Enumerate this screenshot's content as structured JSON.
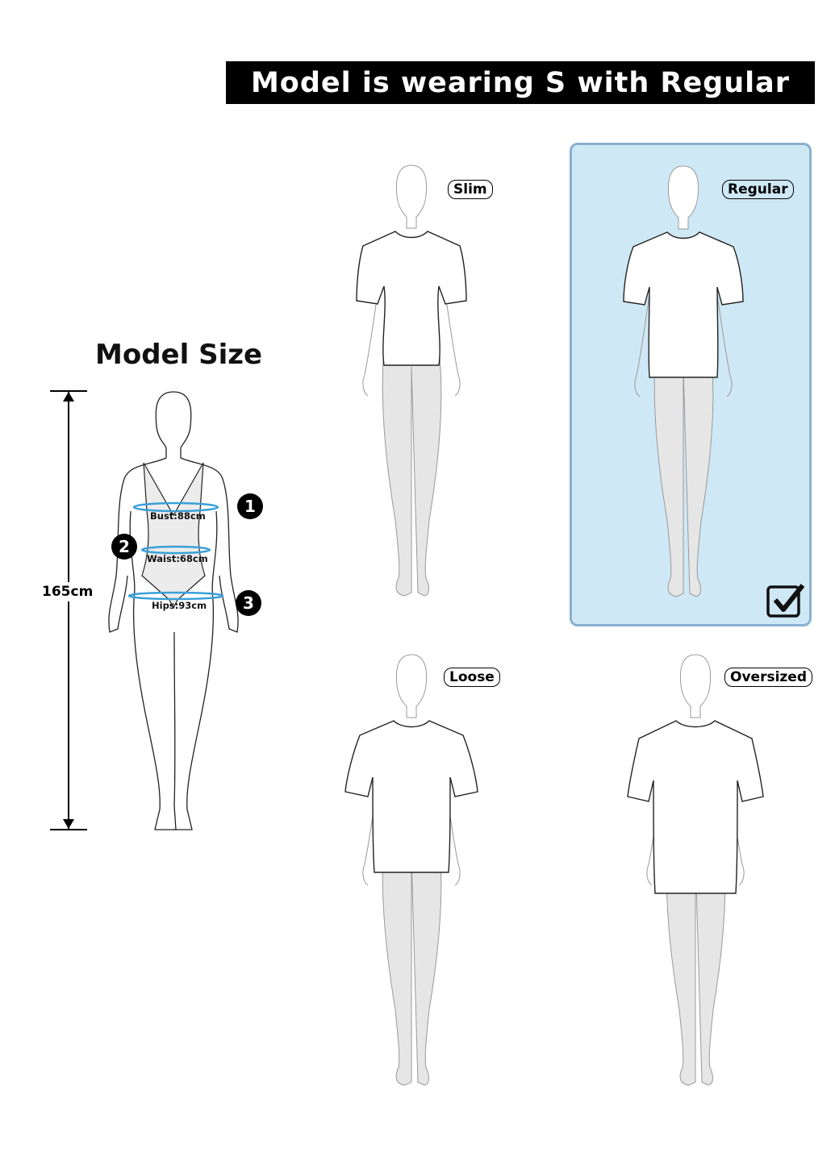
{
  "banner": {
    "text": "Model is wearing S with Regular"
  },
  "model_size": {
    "title": "Model Size",
    "height_label": "165cm",
    "measurements": [
      {
        "index": "1",
        "label": "Bust:88cm"
      },
      {
        "index": "2",
        "label": "Waist:68cm"
      },
      {
        "index": "3",
        "label": "Hips:93cm"
      }
    ]
  },
  "fits": [
    {
      "label": "Slim",
      "selected": false
    },
    {
      "label": "Regular",
      "selected": true
    },
    {
      "label": "Loose",
      "selected": false
    },
    {
      "label": "Oversized",
      "selected": false
    }
  ],
  "colors": {
    "selected_bg": "#cfe8f6",
    "selected_border": "#8ab0d0",
    "measure_ring": "#3aa0d8"
  }
}
